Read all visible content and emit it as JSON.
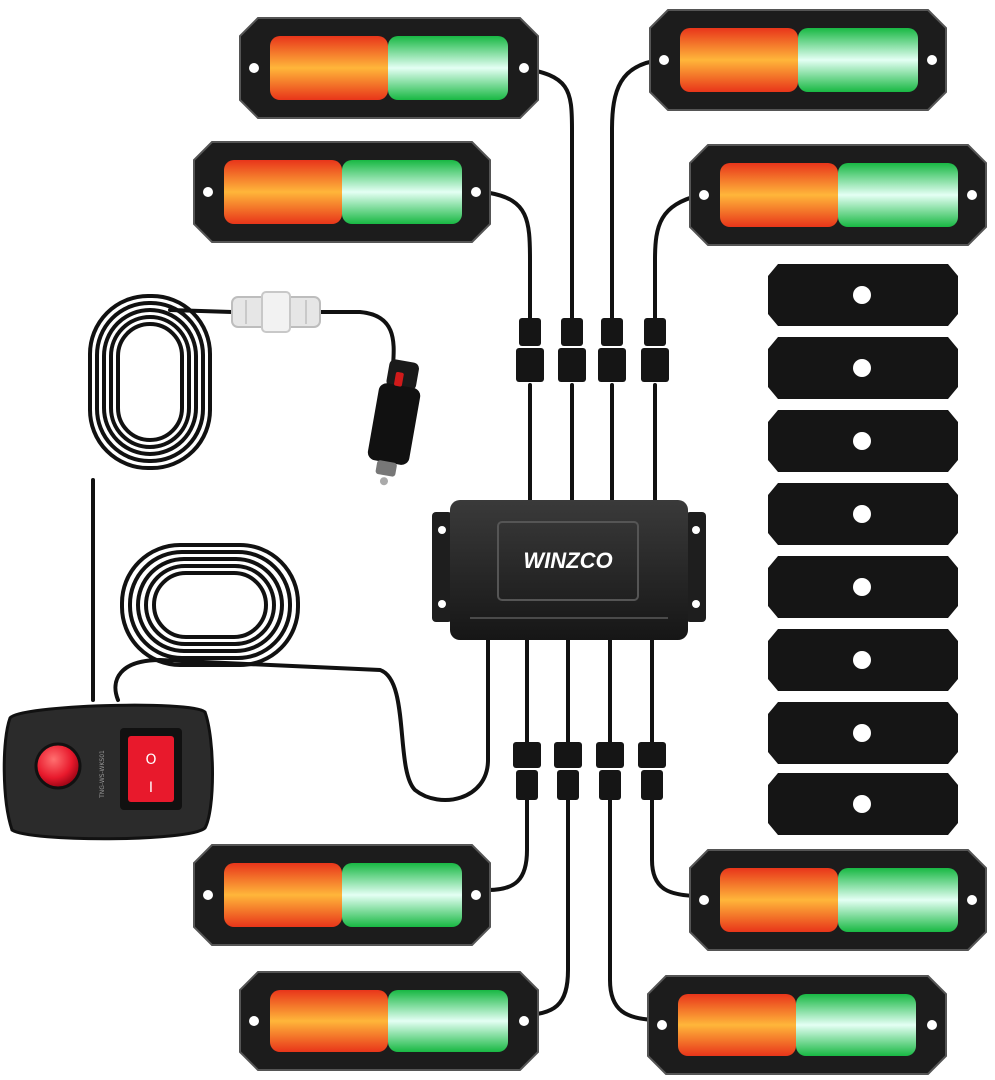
{
  "controller": {
    "brand": "WINZCO"
  },
  "switch_box": {
    "on_symbol": "O",
    "off_symbol": "I",
    "side_label": "TNG-WS-WKS01"
  },
  "colors": {
    "red": "#e02a10",
    "amber": "#ffb020",
    "yellow_core": "#fff6b0",
    "green": "#10b840",
    "green_core": "#d8fff0",
    "housing": "#1c1c1c",
    "cable": "#111111",
    "gasket": "#141414",
    "switch_red": "#e8192c"
  },
  "light_bars": {
    "count": 8
  },
  "gaskets": {
    "count": 8
  }
}
